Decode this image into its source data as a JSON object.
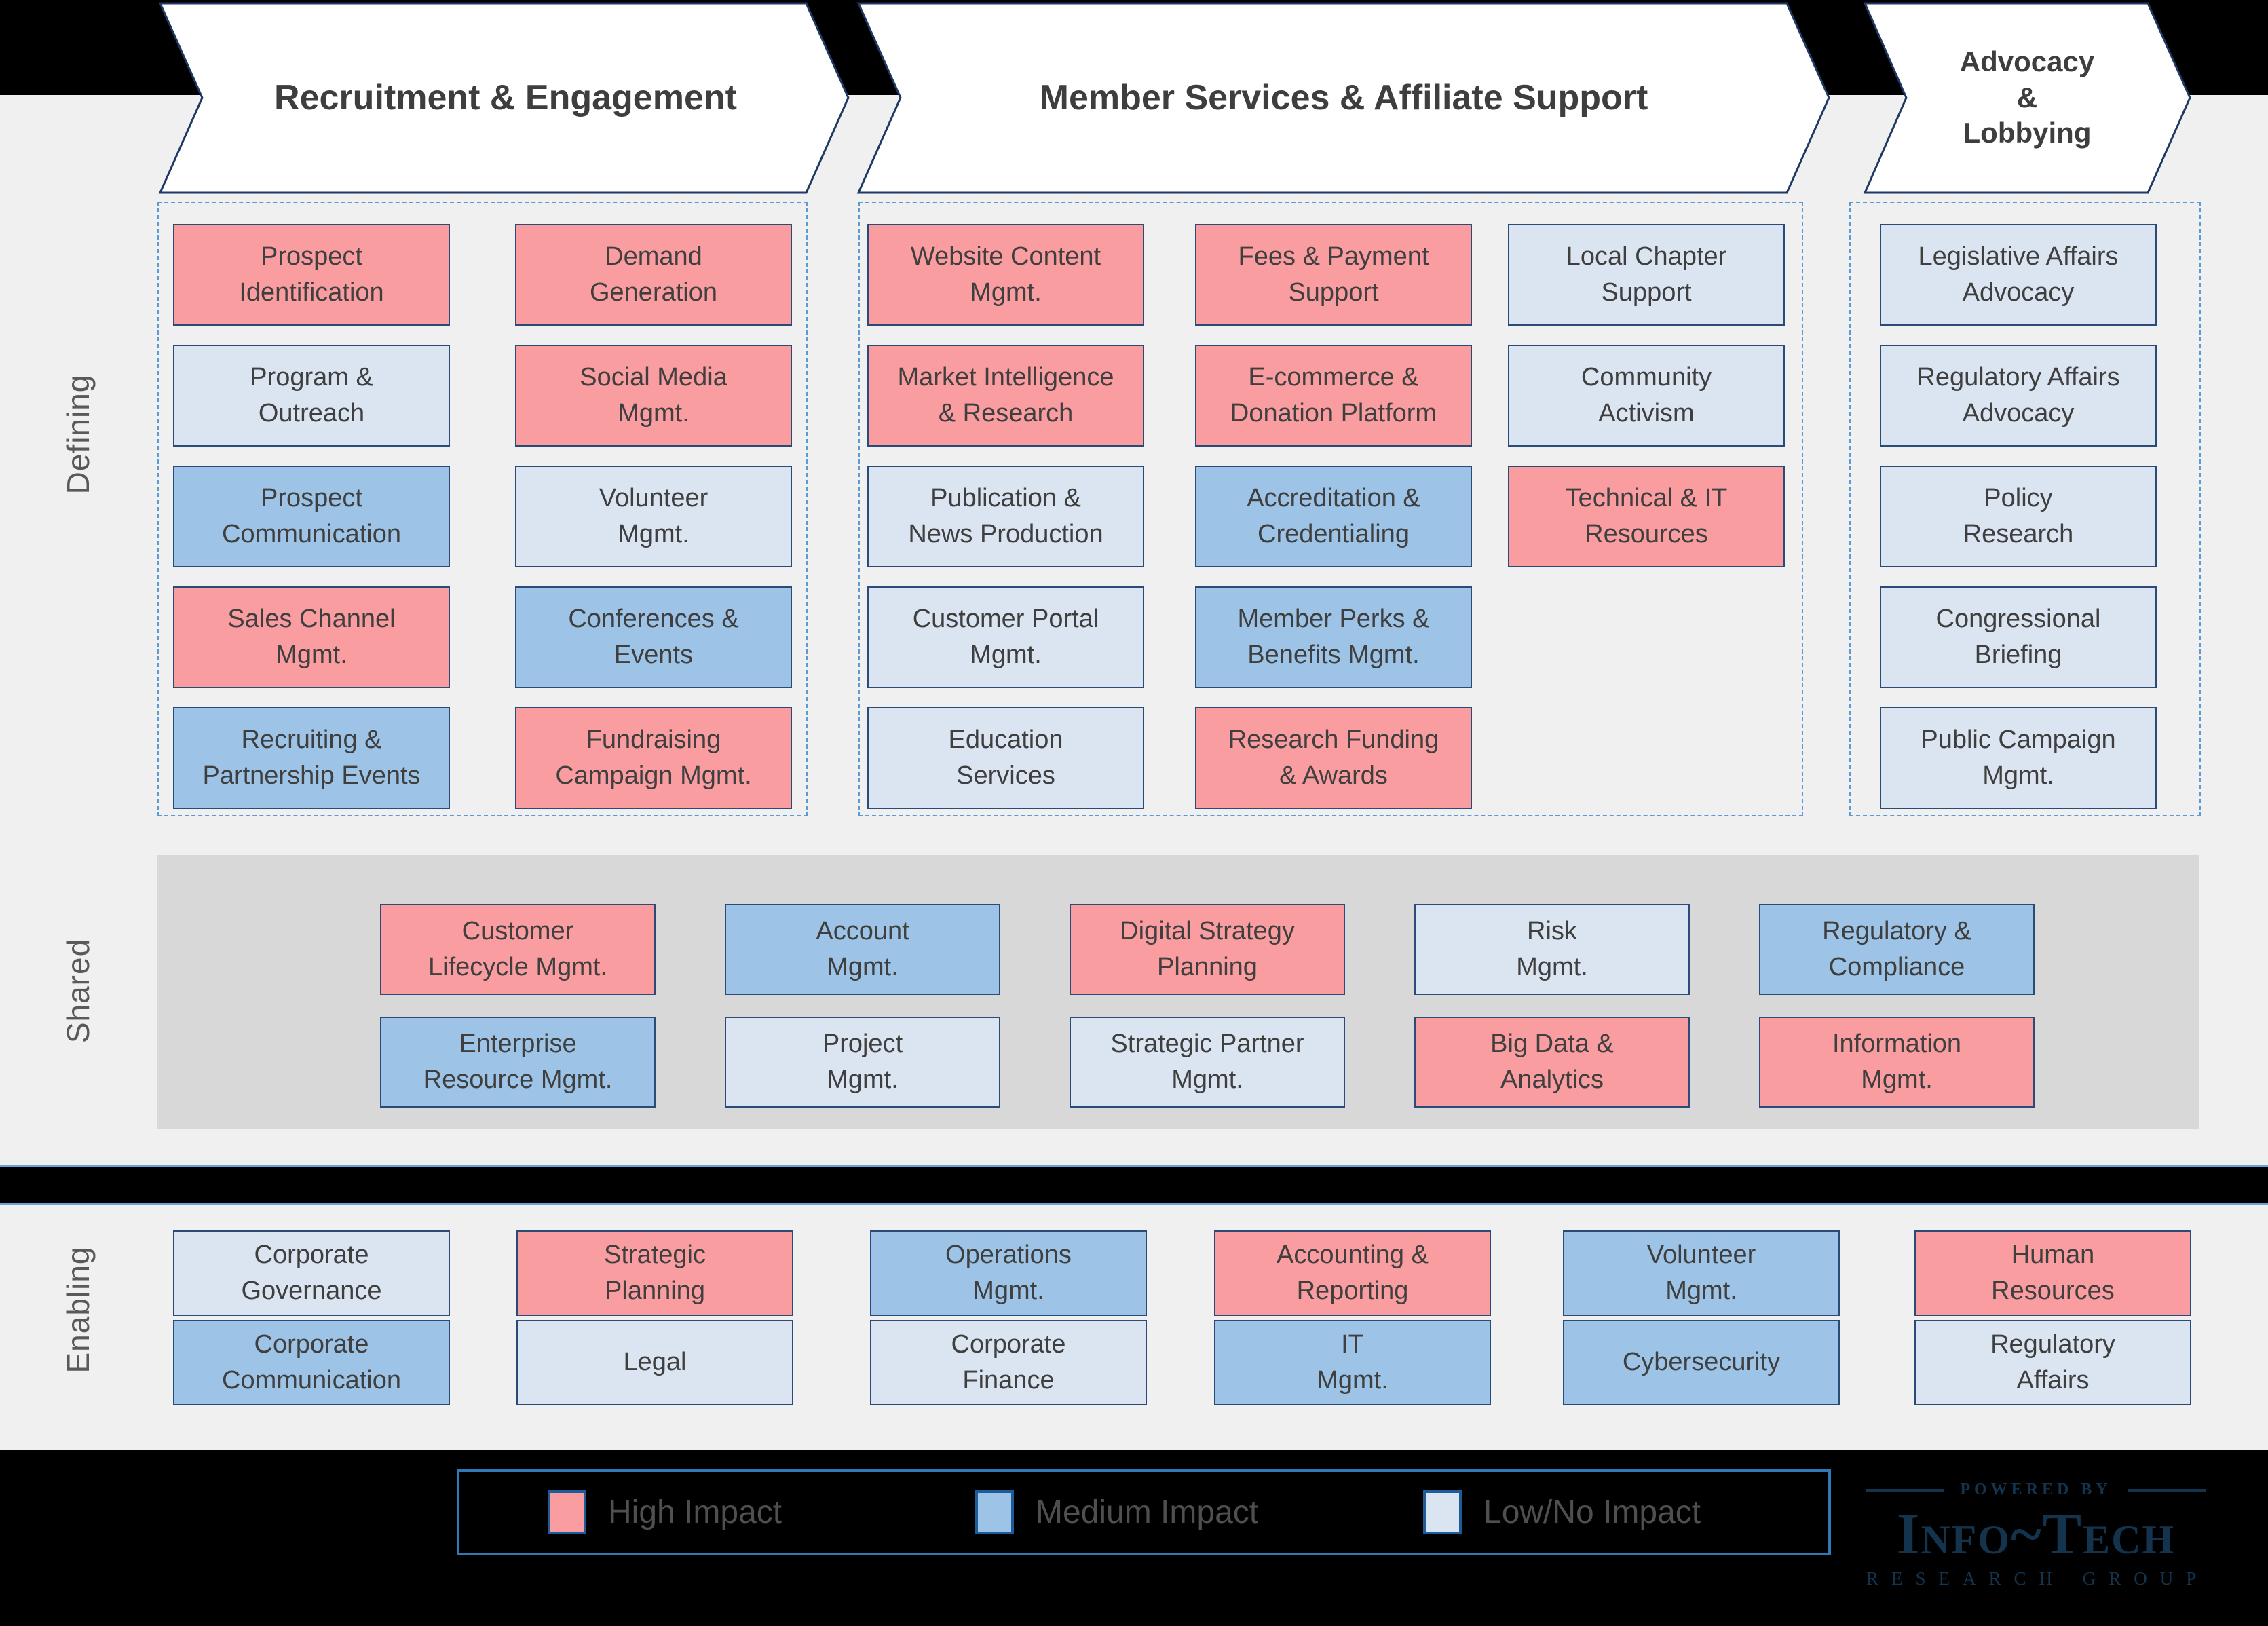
{
  "impact_colors": {
    "high": "#FA9DA0",
    "medium": "#9DC4E7",
    "low": "#DBE5F2"
  },
  "headers": [
    {
      "label": "Recruitment & Engagement"
    },
    {
      "label": "Member Services & Affiliate Support"
    },
    {
      "label": "Advocacy\n&\nLobbying"
    }
  ],
  "row_labels": {
    "defining": "Defining",
    "shared": "Shared",
    "enabling": "Enabling"
  },
  "defining": {
    "groups": [
      {
        "name": "Recruitment & Engagement",
        "columns": [
          [
            {
              "label": "Prospect\nIdentification",
              "impact": "high"
            },
            {
              "label": "Program &\nOutreach",
              "impact": "low"
            },
            {
              "label": "Prospect\nCommunication",
              "impact": "medium"
            },
            {
              "label": "Sales Channel\nMgmt.",
              "impact": "high"
            },
            {
              "label": "Recruiting &\nPartnership Events",
              "impact": "medium"
            }
          ],
          [
            {
              "label": "Demand\nGeneration",
              "impact": "high"
            },
            {
              "label": "Social Media\nMgmt.",
              "impact": "high"
            },
            {
              "label": "Volunteer\nMgmt.",
              "impact": "low"
            },
            {
              "label": "Conferences &\nEvents",
              "impact": "medium"
            },
            {
              "label": "Fundraising\nCampaign Mgmt.",
              "impact": "high"
            }
          ]
        ]
      },
      {
        "name": "Member Services & Affiliate Support",
        "columns": [
          [
            {
              "label": "Website Content\nMgmt.",
              "impact": "high"
            },
            {
              "label": "Market Intelligence\n& Research",
              "impact": "high"
            },
            {
              "label": "Publication &\nNews Production",
              "impact": "low"
            },
            {
              "label": "Customer Portal\nMgmt.",
              "impact": "low"
            },
            {
              "label": "Education\nServices",
              "impact": "low"
            }
          ],
          [
            {
              "label": "Fees & Payment\nSupport",
              "impact": "high"
            },
            {
              "label": "E-commerce &\nDonation Platform",
              "impact": "high"
            },
            {
              "label": "Accreditation &\nCredentialing",
              "impact": "medium"
            },
            {
              "label": "Member Perks &\nBenefits Mgmt.",
              "impact": "medium"
            },
            {
              "label": "Research Funding\n& Awards",
              "impact": "high"
            }
          ],
          [
            {
              "label": "Local Chapter\nSupport",
              "impact": "low"
            },
            {
              "label": "Community\nActivism",
              "impact": "low"
            },
            {
              "label": "Technical & IT\nResources",
              "impact": "high"
            }
          ]
        ]
      },
      {
        "name": "Advocacy & Lobbying",
        "columns": [
          [
            {
              "label": "Legislative Affairs\nAdvocacy",
              "impact": "low"
            },
            {
              "label": "Regulatory Affairs\nAdvocacy",
              "impact": "low"
            },
            {
              "label": "Policy\nResearch",
              "impact": "low"
            },
            {
              "label": "Congressional\nBriefing",
              "impact": "low"
            },
            {
              "label": "Public Campaign\nMgmt.",
              "impact": "low"
            }
          ]
        ]
      }
    ]
  },
  "shared": {
    "columns": [
      [
        {
          "label": "Customer\nLifecycle Mgmt.",
          "impact": "high"
        },
        {
          "label": "Enterprise\nResource Mgmt.",
          "impact": "medium"
        }
      ],
      [
        {
          "label": "Account\nMgmt.",
          "impact": "medium"
        },
        {
          "label": "Project\nMgmt.",
          "impact": "low"
        }
      ],
      [
        {
          "label": "Digital Strategy\nPlanning",
          "impact": "high"
        },
        {
          "label": "Strategic Partner\nMgmt.",
          "impact": "low"
        }
      ],
      [
        {
          "label": "Risk\nMgmt.",
          "impact": "low"
        },
        {
          "label": "Big Data &\nAnalytics",
          "impact": "high"
        }
      ],
      [
        {
          "label": "Regulatory &\nCompliance",
          "impact": "medium"
        },
        {
          "label": "Information\nMgmt.",
          "impact": "high"
        }
      ]
    ]
  },
  "enabling": {
    "columns": [
      [
        {
          "label": "Corporate\nGovernance",
          "impact": "low"
        },
        {
          "label": "Corporate\nCommunication",
          "impact": "medium"
        }
      ],
      [
        {
          "label": "Strategic\nPlanning",
          "impact": "high"
        },
        {
          "label": "Legal",
          "impact": "low"
        }
      ],
      [
        {
          "label": "Operations\nMgmt.",
          "impact": "medium"
        },
        {
          "label": "Corporate\nFinance",
          "impact": "low"
        }
      ],
      [
        {
          "label": "Accounting &\nReporting",
          "impact": "high"
        },
        {
          "label": "IT\nMgmt.",
          "impact": "medium"
        }
      ],
      [
        {
          "label": "Volunteer\nMgmt.",
          "impact": "medium"
        },
        {
          "label": "Cybersecurity",
          "impact": "medium"
        }
      ],
      [
        {
          "label": "Human\nResources",
          "impact": "high"
        },
        {
          "label": "Regulatory\nAffairs",
          "impact": "low"
        }
      ]
    ]
  },
  "legend": {
    "items": [
      {
        "label": "High Impact",
        "impact": "high"
      },
      {
        "label": "Medium Impact",
        "impact": "medium"
      },
      {
        "label": "Low/No Impact",
        "impact": "low"
      }
    ]
  },
  "logo": {
    "powered_by": "POWERED BY",
    "name": "Info~Tech",
    "tagline": "RESEARCH GROUP"
  }
}
